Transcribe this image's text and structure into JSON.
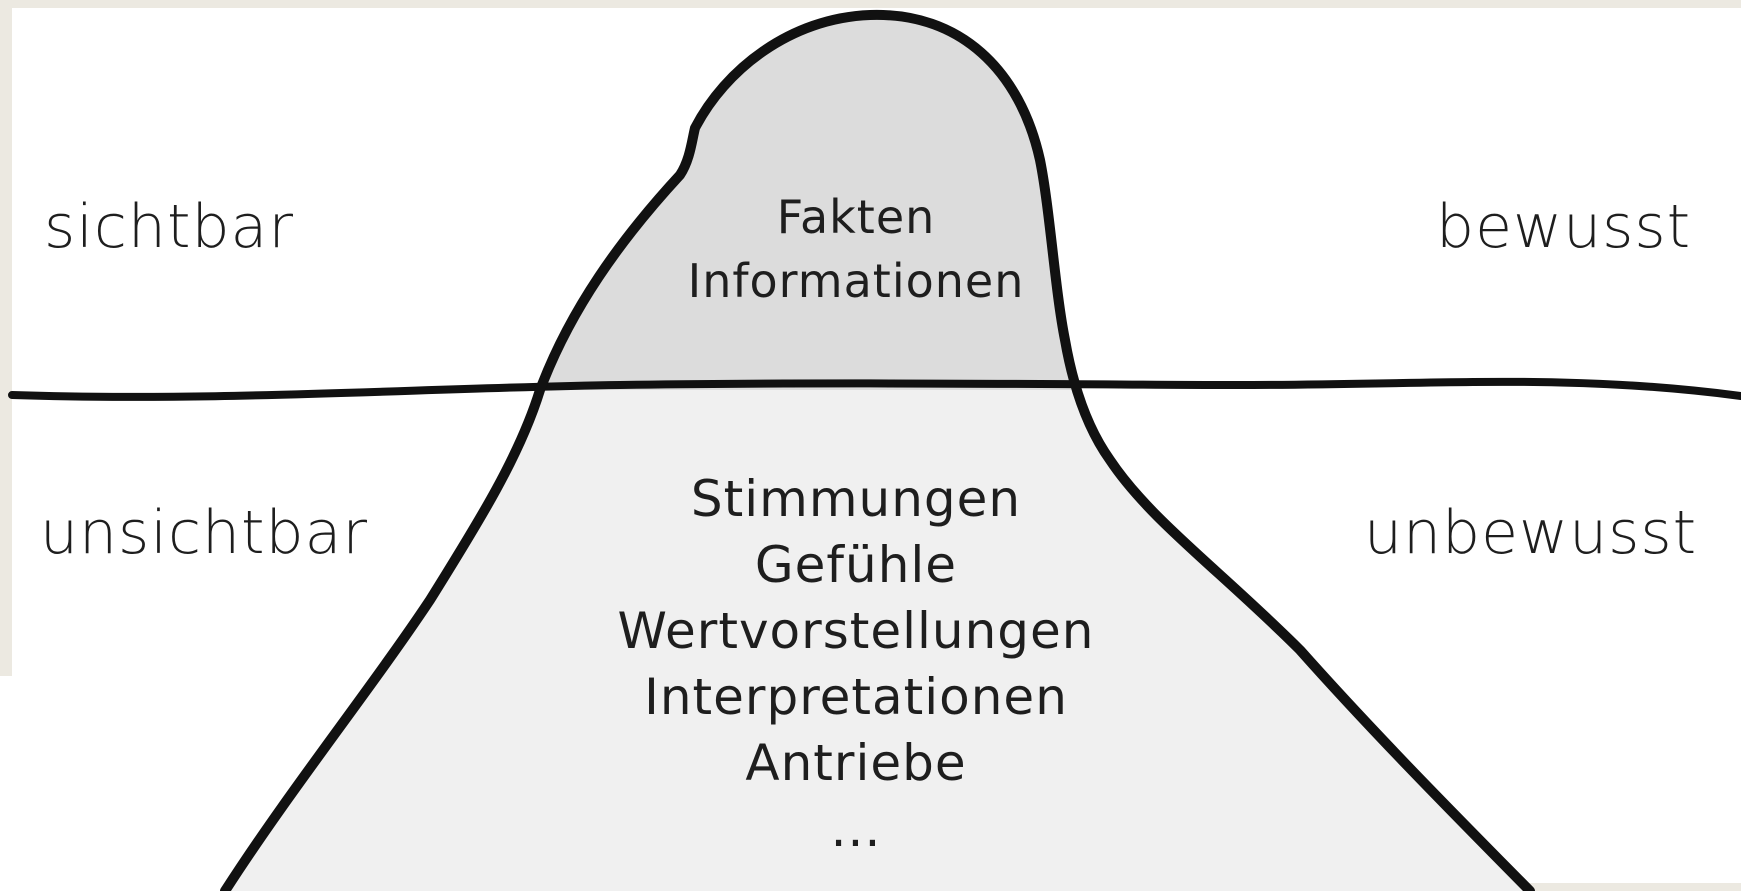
{
  "left": {
    "top_label": "sichtbar",
    "bottom_label": "unsichtbar"
  },
  "right": {
    "top_label": "bewusst",
    "bottom_label": "unbewusst"
  },
  "iceberg": {
    "above_water": [
      "Fakten",
      "Informationen"
    ],
    "below_water": [
      "Stimmungen",
      "Gefühle",
      "Wertvorstellungen",
      "Interpretationen",
      "Antriebe",
      "..."
    ]
  },
  "colors": {
    "page_background": "#ece9e1",
    "canvas": "#ffffff",
    "ice_above": "#dcdcdc",
    "ice_below": "#f0f0f0",
    "outline": "#111111"
  }
}
